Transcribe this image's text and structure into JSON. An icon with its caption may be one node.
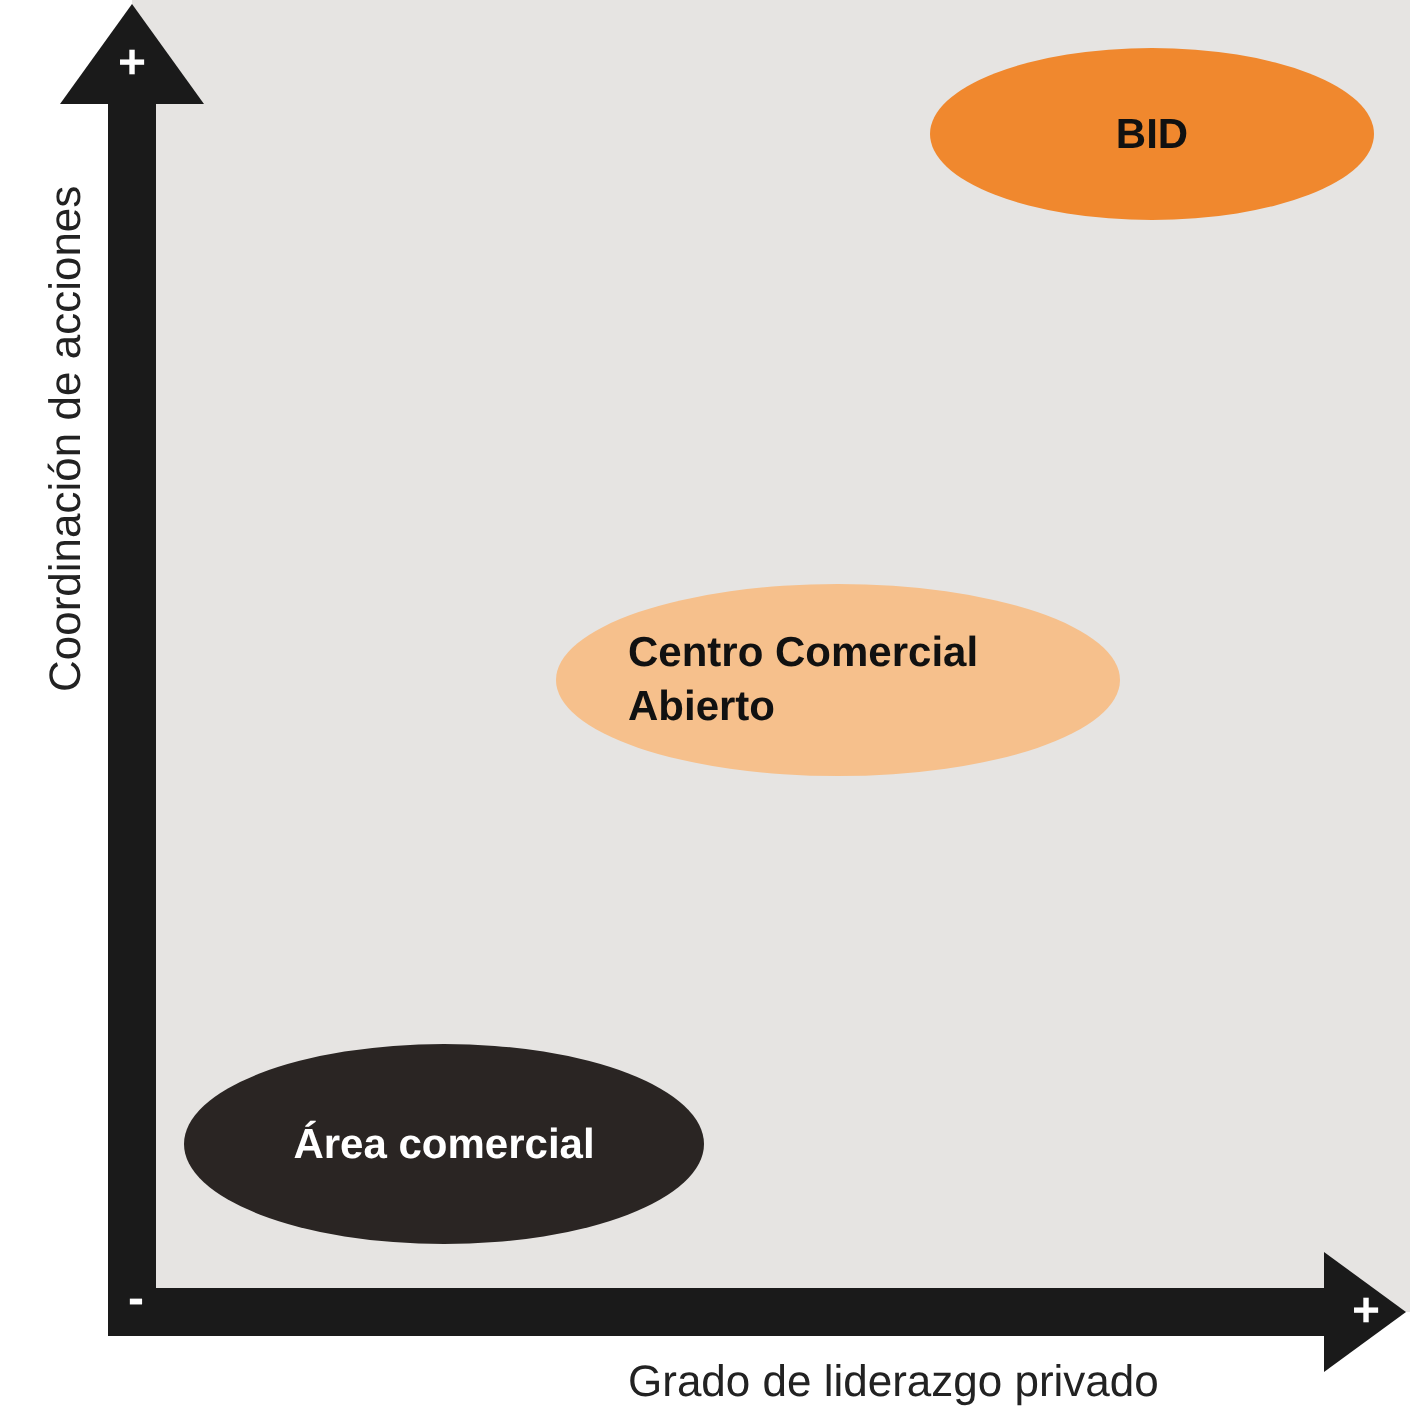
{
  "diagram": {
    "nodes": [
      {
        "text": [
          "BID"
        ]
      },
      {
        "text": [
          "Centro Comercial Abierto"
        ]
      },
      {
        "text": [
          "Área comercial"
        ]
      }
    ],
    "labels": [
      "+",
      "Coordinación de acciones",
      "-",
      "+",
      "Grado de liderazgo privado"
    ]
  }
}
